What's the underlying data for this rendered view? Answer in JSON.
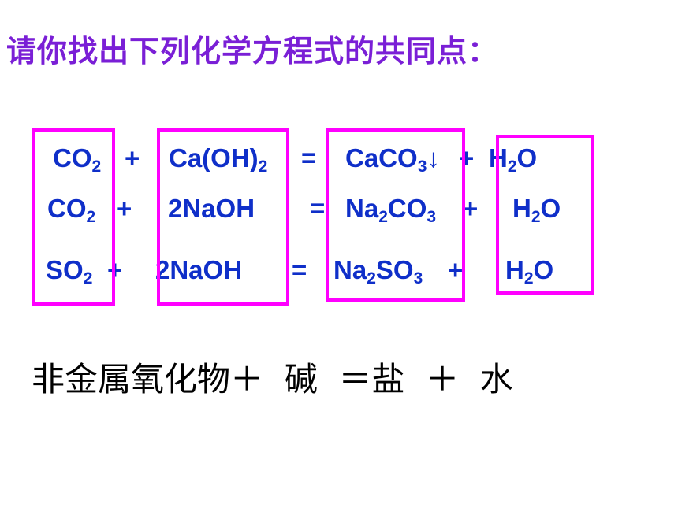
{
  "title": "请你找出下列化学方程式的共同点：",
  "equations": [
    {
      "oxide": "CO",
      "oxide_sub": "2",
      "plus1": "+",
      "base": "Ca(OH)",
      "base_sub": "2",
      "eq": "=",
      "salt_a": "CaCO",
      "salt_a_sub": "3",
      "salt_b": "",
      "salt_b_sub": "",
      "arrow": "↓",
      "plus2": "+",
      "water_h": "H",
      "water_sub": "2",
      "water_o": "O"
    },
    {
      "oxide": "CO",
      "oxide_sub": "2",
      "plus1": "+",
      "base": "2NaOH",
      "eq": "=",
      "salt_a": "Na",
      "salt_a_sub": "2",
      "salt_b": "CO",
      "salt_b_sub": "3",
      "plus2": "+",
      "water_h": "H",
      "water_sub": "2",
      "water_o": "O"
    },
    {
      "oxide": "SO",
      "oxide_sub": "2",
      "plus1": "+",
      "base": "2NaOH",
      "eq": "=",
      "salt_a": "Na",
      "salt_a_sub": "2",
      "salt_b": "SO",
      "salt_b_sub": "3",
      "plus2": "+",
      "water_h": "H",
      "water_sub": "2",
      "water_o": "O"
    }
  ],
  "summary": {
    "oxide": "非金属氧化物",
    "plus1": "＋",
    "base": "碱",
    "equals": "＝",
    "salt": "盐",
    "plus2": "＋",
    "water": "水"
  },
  "colors": {
    "title": "#7a1fd6",
    "equation": "#0f2fc9",
    "highlight_box": "#ff00ff",
    "summary": "#000000"
  }
}
